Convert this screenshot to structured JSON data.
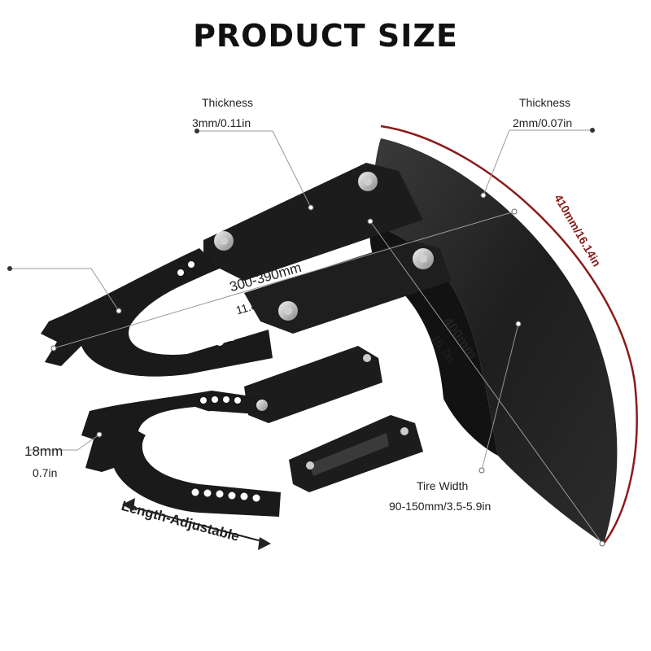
{
  "title": "PRODUCT SIZE",
  "callouts": {
    "thickness_left_title": "Thickness",
    "thickness_left_value": "3mm/0.11in",
    "thickness_right_title": "Thickness",
    "thickness_right_value": "2mm/0.07in",
    "length_mm": "300-390mm",
    "length_in": "11.8-15.3in",
    "fender_mm": "400mm",
    "fender_in": "15.7in",
    "arc_label": "410mm/16.14in",
    "slot_mm": "18mm",
    "slot_in": "0.7in",
    "tire_title": "Tire Width",
    "tire_value": "90-150mm/3.5-5.9in",
    "adjustable": "Length-Adjustable"
  },
  "colors": {
    "arc": "#8b1a1a",
    "metal": "#1c1c1c",
    "fender": "#2a2a2a"
  }
}
